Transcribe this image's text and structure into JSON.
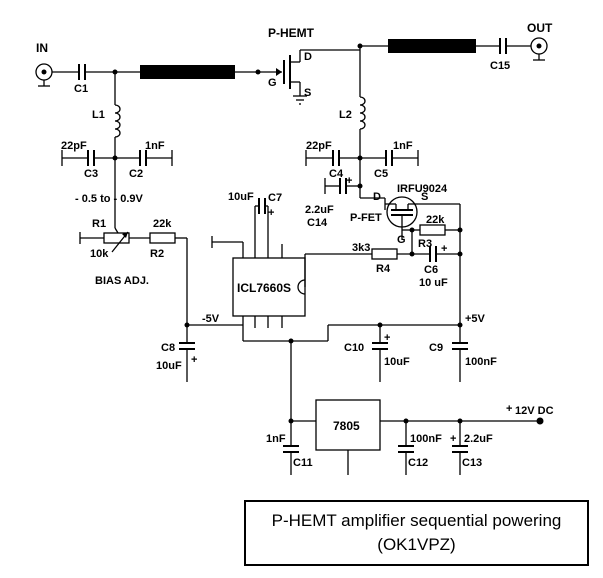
{
  "title": {
    "line1": "P-HEMT amplifier sequential powering",
    "line2": "(OK1VPZ)"
  },
  "labels": {
    "in": "IN",
    "out": "OUT",
    "phemt": "P-HEMT",
    "d": "D",
    "g": "G",
    "s": "S",
    "c1": "C1",
    "c2": "C2",
    "c3": "C3",
    "c4": "C4",
    "c5": "C5",
    "c6": "C6",
    "c7": "C7",
    "c8": "C8",
    "c9": "C9",
    "c10": "C10",
    "c11": "C11",
    "c12": "C12",
    "c13": "C13",
    "c14": "C14",
    "c15": "C15",
    "l1": "L1",
    "l2": "L2",
    "r1": "R1",
    "r2": "R2",
    "r3": "R3",
    "r4": "R4",
    "v_22pf_a": "22pF",
    "v_1nf_a": "1nF",
    "v_22pf_b": "22pF",
    "v_1nf_b": "1nF",
    "v_10uf_c7": "10uF",
    "v_2u2_c14": "2.2uF",
    "v_10k": "10k",
    "v_22k_r2": "22k",
    "v_22k_r3": "22k",
    "v_3k3": "3k3",
    "v_10uf_c6": "10 uF",
    "v_10uf_c8": "10uF",
    "v_10uf_c10": "10uF",
    "v_100nf_c9": "100nF",
    "v_1nf_c11": "1nF",
    "v_100nf_c12": "100nF",
    "v_2u2_c13": "2.2uF",
    "bias_range": "- 0.5 to - 0.9V",
    "bias_adj": "BIAS ADJ.",
    "icl": "ICL7660S",
    "reg": "7805",
    "neg5": "-5V",
    "pos5": "+5V",
    "pos12": "12V DC",
    "pfet": "P-FET",
    "irfu": "IRFU9024",
    "pfet_d": "D",
    "pfet_s": "S",
    "pfet_g": "G",
    "plus": "+"
  }
}
